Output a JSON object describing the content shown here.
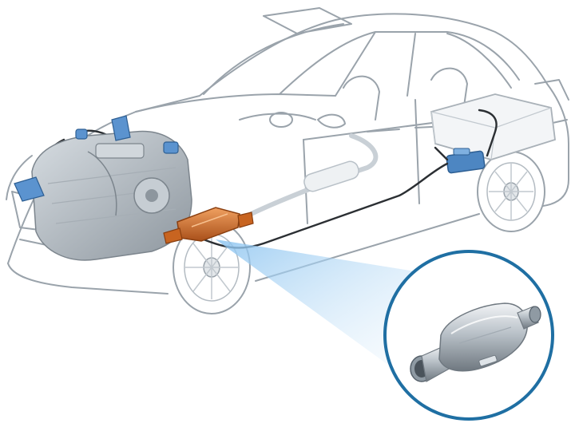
{
  "figure": {
    "subject": "car-cutaway-with-catalytic-converter-callout",
    "components": {
      "car_body": "car-outline",
      "engine": "engine-block",
      "converter": "catalytic-converter",
      "fuel_tank": "fuel-tank",
      "fuel_pump": "fuel-pump",
      "fuel_line": "fuel-line",
      "front_wheel": "front-wheel",
      "rear_wheel": "rear-wheel",
      "callout": "converter-detail-callout"
    },
    "colors": {
      "outline": "#9aa3ab",
      "engine": "#b6bec6",
      "converter": "#d2691e",
      "sensor": "#3a7bc8",
      "fuel_line": "#2b2f33",
      "beam": "#7fb6e6",
      "callout_ring": "#1f6fa3",
      "part_steel": "#8f9aa3"
    }
  }
}
